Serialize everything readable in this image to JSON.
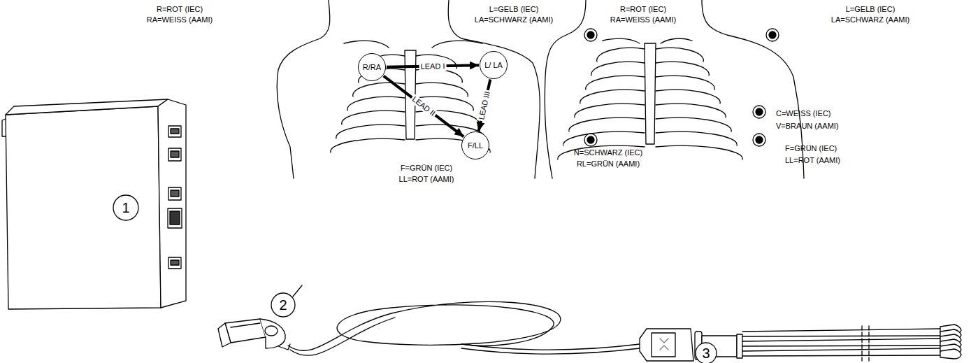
{
  "diagram": {
    "nodes": [
      {
        "text": [
          "R/RA"
        ]
      },
      {
        "text": [
          "L/ LA"
        ]
      },
      {
        "text": [
          "F/LL"
        ]
      }
    ],
    "edges": [
      {
        "from": 0,
        "to": 1,
        "arrow": "to",
        "label": "LEAD I"
      },
      {
        "from": 0,
        "to": 2,
        "arrow": "to",
        "label": "LEAD II"
      },
      {
        "from": 1,
        "to": 2,
        "arrow": "to",
        "label": "LEAD III"
      }
    ],
    "labels": [
      "R=ROT (IEC)",
      "RA=WEISS (AAMI)",
      "L=GELB (IEC)",
      "LA=SCHWARZ (AAMI)",
      "F=GRÜN (IEC)",
      "LL=ROT (AAMI)",
      "R=ROT (IEC)",
      "RA=WEISS (AAMI)",
      "L=GELB (IEC)",
      "LA=SCHWARZ (AAMI)",
      "C=WEISS (IEC)",
      "V=BRAUN (AAMI)",
      "N=SCHWARZ (IEC)",
      "RL=GRÜN (AAMI)",
      "F=GRÜN (IEC)",
      "LL=ROT (AAMI)",
      "1",
      "2",
      "3"
    ]
  }
}
